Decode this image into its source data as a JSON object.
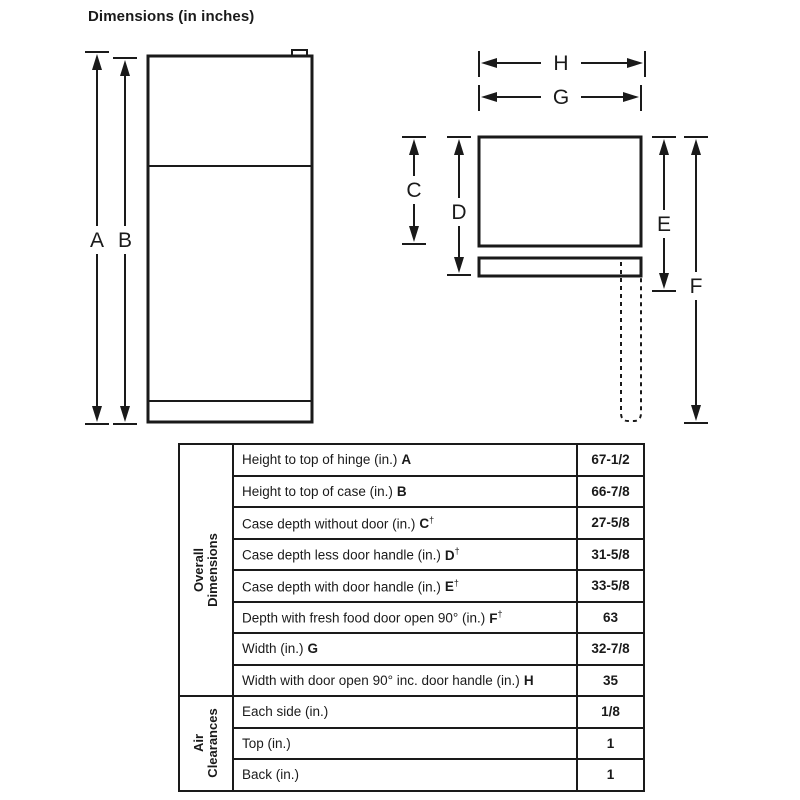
{
  "title": "Dimensions (in inches)",
  "diagram": {
    "labels": {
      "A": "A",
      "B": "B",
      "C": "C",
      "D": "D",
      "E": "E",
      "F": "F",
      "G": "G",
      "H": "H"
    }
  },
  "table": {
    "sections": [
      {
        "group": [
          "Overall",
          "Dimensions"
        ],
        "rows": [
          {
            "label": "Height to top of hinge (in.)",
            "letter": "A",
            "dagger": "",
            "value": "67-1/2"
          },
          {
            "label": "Height to top of case (in.)",
            "letter": "B",
            "dagger": "",
            "value": "66-7/8"
          },
          {
            "label": "Case depth without door (in.)",
            "letter": "C",
            "dagger": "†",
            "value": "27-5/8"
          },
          {
            "label": "Case depth less door handle (in.)",
            "letter": "D",
            "dagger": "†",
            "value": "31-5/8"
          },
          {
            "label": "Case depth with door handle (in.)",
            "letter": "E",
            "dagger": "†",
            "value": "33-5/8"
          },
          {
            "label": "Depth with fresh food door open 90° (in.)",
            "letter": "F",
            "dagger": "†",
            "value": "63"
          },
          {
            "label": "Width (in.)",
            "letter": "G",
            "dagger": "",
            "value": "32-7/8"
          },
          {
            "label": "Width with door open 90° inc. door handle (in.)",
            "letter": "H",
            "dagger": "",
            "value": "35"
          }
        ]
      },
      {
        "group": [
          "Air",
          "Clearances"
        ],
        "rows": [
          {
            "label": "Each side (in.)",
            "letter": "",
            "dagger": "",
            "value": "1/8"
          },
          {
            "label": "Top (in.)",
            "letter": "",
            "dagger": "",
            "value": "1"
          },
          {
            "label": "Back (in.)",
            "letter": "",
            "dagger": "",
            "value": "1"
          }
        ]
      }
    ]
  },
  "colors": {
    "line": "#1a1a1a",
    "text": "#1a1a1a",
    "background": "#ffffff"
  }
}
